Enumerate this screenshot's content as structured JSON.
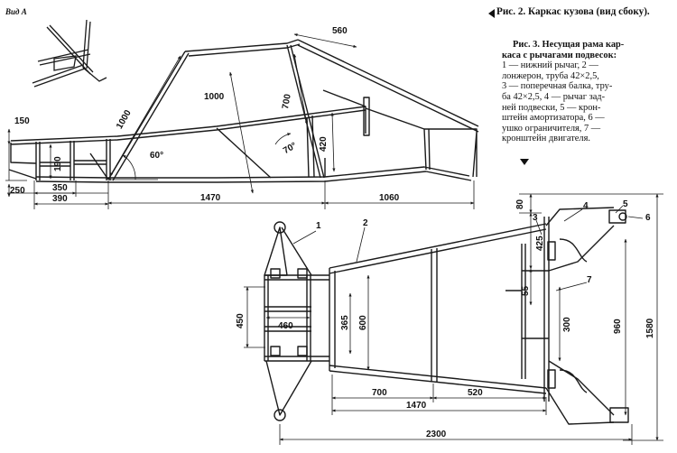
{
  "caption_fig2": {
    "label": "Рис. 2.",
    "text": "Каркас кузова (вид сбоку)."
  },
  "caption_fig3": {
    "label": "Рис. 3.",
    "lines": [
      "Несущая рама кар-",
      "каса с рычагами подвесок:",
      "1 — нижний рычаг, 2 —",
      "лонжерон, труба 42×2,5,",
      "3 — поперечная балка, тру-",
      "ба 42×2,5, 4 — рычаг зад-",
      "ней подвески, 5 — крон-",
      "штейн амортизатора, 6 —",
      "ушко ограничителя, 7 —",
      "кронштейн двигателя."
    ]
  },
  "view_label": "Вид А",
  "side_view": {
    "dim_560": "560",
    "dim_1000_a": "1000",
    "dim_1000_b": "1000",
    "dim_700": "700",
    "dim_420": "420",
    "dim_150": "150",
    "dim_190": "190",
    "dim_250": "250",
    "dim_350": "350",
    "dim_390": "390",
    "dim_1470": "1470",
    "dim_1060": "1060",
    "angle_60": "60°",
    "angle_70": "70°"
  },
  "plan_view": {
    "dim_450": "450",
    "dim_460": "460",
    "dim_365": "365",
    "dim_600": "600",
    "dim_700": "700",
    "dim_520": "520",
    "dim_1470": "1470",
    "dim_2300": "2300",
    "dim_80": "80",
    "dim_425": "425",
    "dim_55": "55",
    "dim_300": "300",
    "dim_960": "960",
    "dim_1580": "1580"
  },
  "callouts": [
    "1",
    "2",
    "3",
    "4",
    "5",
    "6",
    "7"
  ]
}
